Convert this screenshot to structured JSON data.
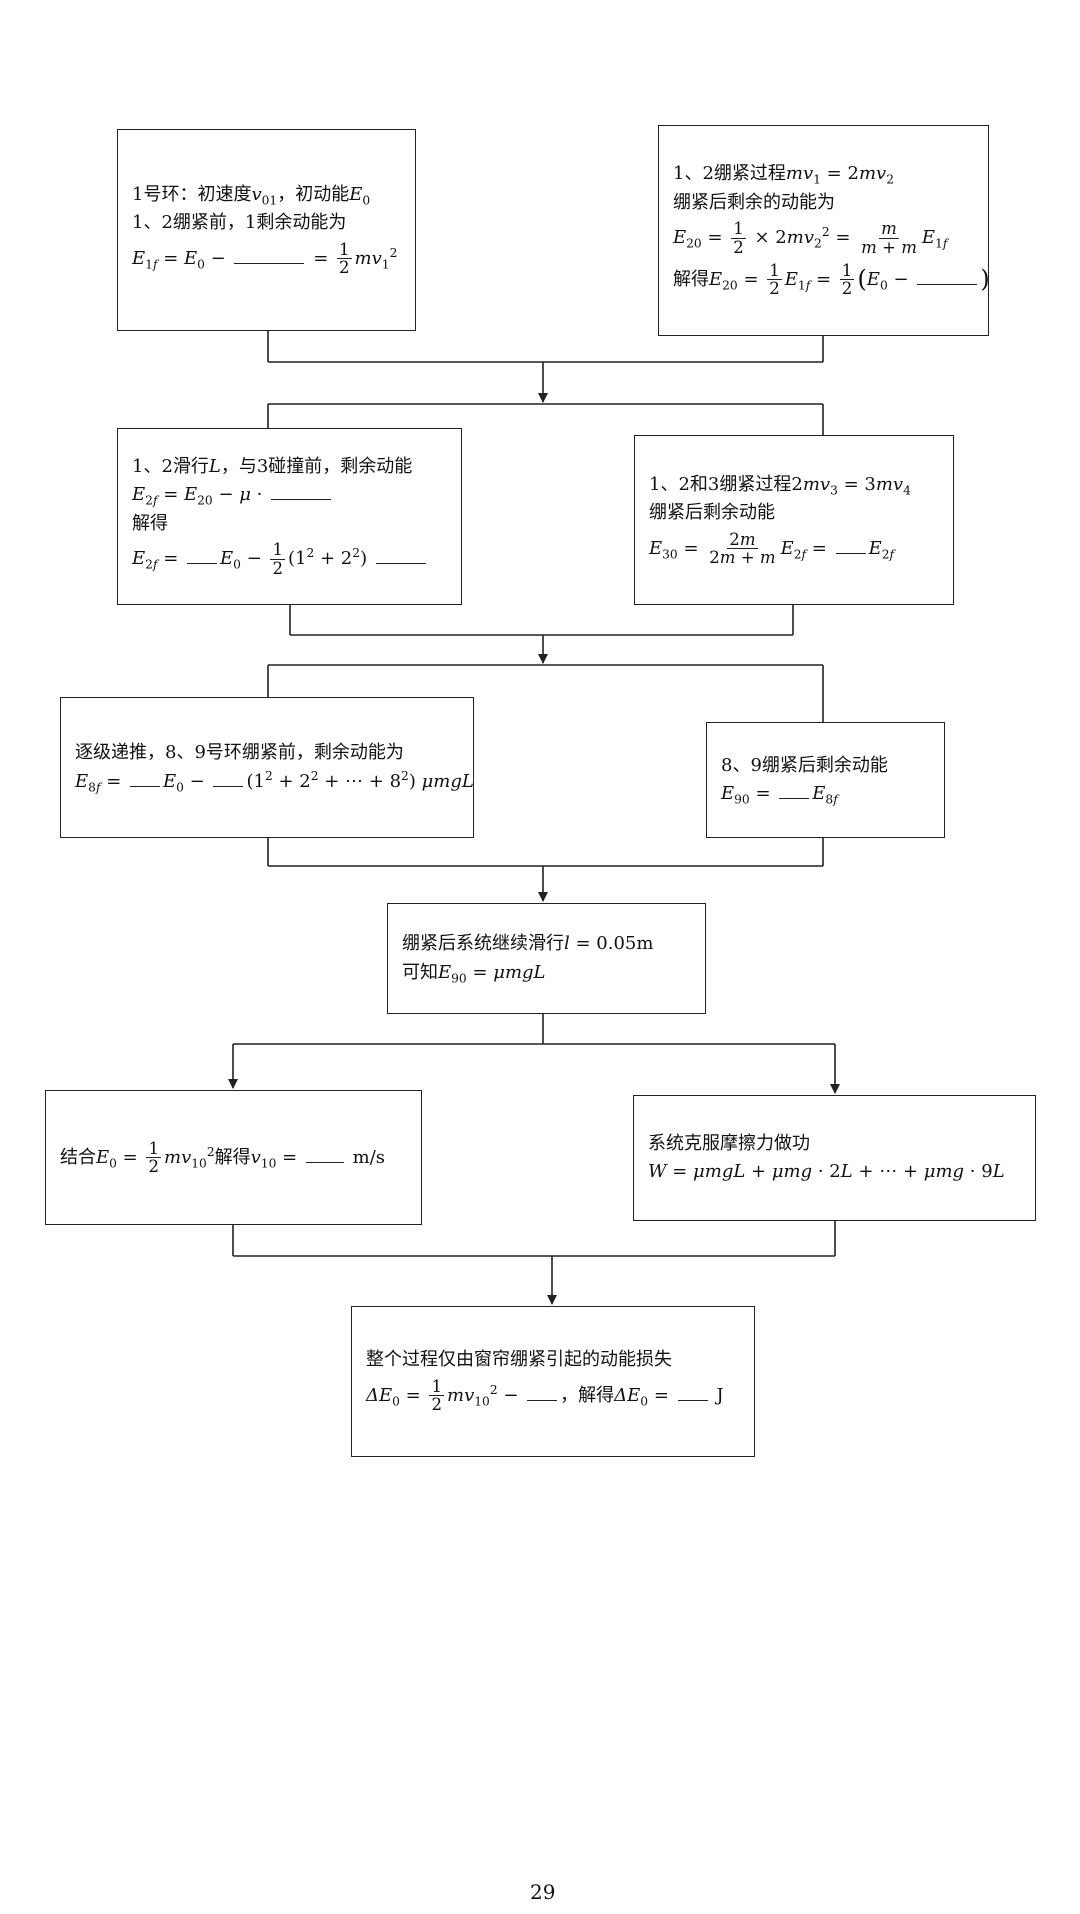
{
  "box1": {
    "line1_text": "1号环：初速度",
    "line1_text2": "，初动能",
    "line2": "1、2绷紧前，1剩余动能为"
  },
  "box2": {
    "line1_text": "1、2绷紧过程",
    "line2": "绷紧后剩余的动能为",
    "line4_text": "解得"
  },
  "box3": {
    "line1_text": "1、2滑行",
    "line1_text2": "，与3碰撞前，剩余动能",
    "line3": "解得"
  },
  "box4": {
    "line1_text": "1、2和3绷紧过程",
    "line2": "绷紧后剩余动能"
  },
  "box5": {
    "line1": "逐级递推，8、9号环绷紧前，剩余动能为"
  },
  "box6": {
    "line1": "8、9绷紧后剩余动能"
  },
  "box7": {
    "line1_text": "绷紧后系统继续滑行",
    "line2_text": "可知"
  },
  "box8": {
    "text1": "结合",
    "text2": "解得",
    "unit": "m/s"
  },
  "box9": {
    "line1": "系统克服摩擦力做功"
  },
  "box10": {
    "line1": "整个过程仅由窗帘绷紧引起的动能损失",
    "mid_text": "，解得",
    "unit": "J"
  },
  "footer": {
    "page_number": "29"
  },
  "colors": {
    "line": "#222222",
    "background": "#ffffff"
  }
}
